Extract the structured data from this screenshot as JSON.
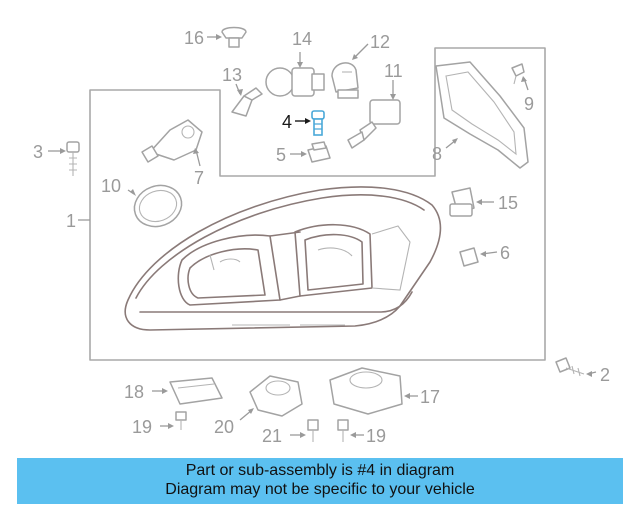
{
  "callouts": [
    {
      "id": "16",
      "label": "16"
    },
    {
      "id": "14",
      "label": "14"
    },
    {
      "id": "12",
      "label": "12"
    },
    {
      "id": "13",
      "label": "13"
    },
    {
      "id": "11",
      "label": "11"
    },
    {
      "id": "9",
      "label": "9"
    },
    {
      "id": "4",
      "label": "4",
      "highlighted": true
    },
    {
      "id": "3",
      "label": "3"
    },
    {
      "id": "5",
      "label": "5"
    },
    {
      "id": "7",
      "label": "7"
    },
    {
      "id": "8",
      "label": "8"
    },
    {
      "id": "10",
      "label": "10"
    },
    {
      "id": "15",
      "label": "15"
    },
    {
      "id": "1",
      "label": "1"
    },
    {
      "id": "6",
      "label": "6"
    },
    {
      "id": "2",
      "label": "2"
    },
    {
      "id": "18",
      "label": "18"
    },
    {
      "id": "17",
      "label": "17"
    },
    {
      "id": "19a",
      "label": "19"
    },
    {
      "id": "20",
      "label": "20"
    },
    {
      "id": "21",
      "label": "21"
    },
    {
      "id": "19b",
      "label": "19"
    }
  ],
  "banner": {
    "line1": "Part or sub-assembly is #4 in diagram",
    "line2": "Diagram may not be specific to your vehicle",
    "color": "#5bc0f0"
  },
  "highlight_color": "#1a1a1a",
  "highlight_part_color": "#4aa8d8"
}
